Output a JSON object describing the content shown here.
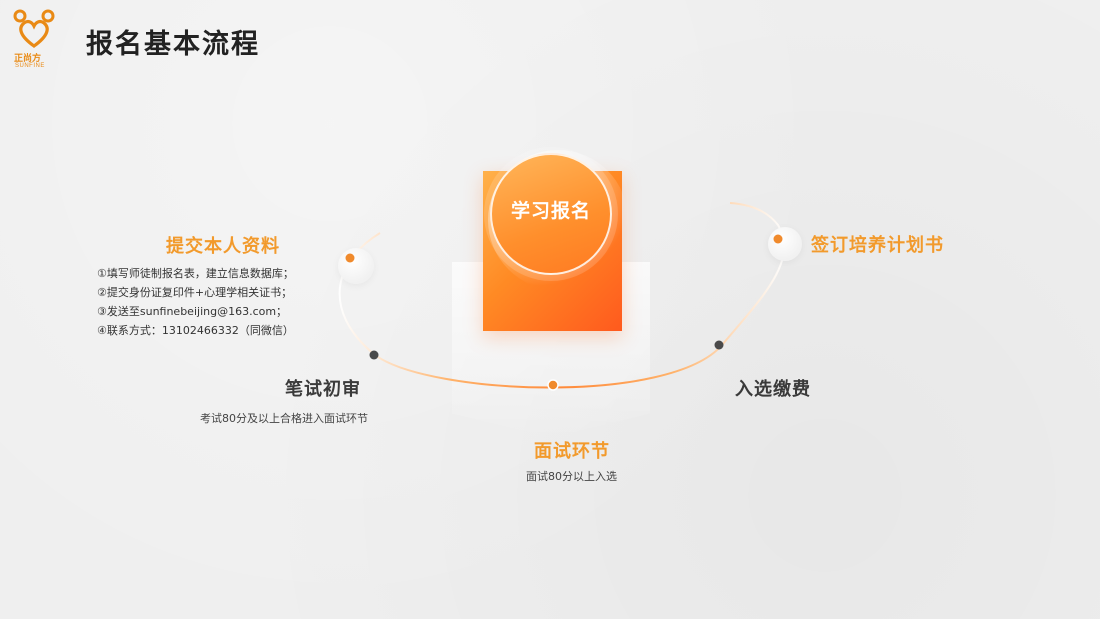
{
  "logo": {
    "name_cn": "正尚方",
    "name_en": "SUNFINE",
    "color": "#e98a15"
  },
  "page": {
    "title": "报名基本流程"
  },
  "center": {
    "label": "学习报名"
  },
  "steps": {
    "submit": {
      "title": "提交本人资料",
      "items": [
        "①填写师徒制报名表，建立信息数据库；",
        "②提交身份证复印件+心理学相关证书；",
        "③发送至sunfinebeijing@163.com；",
        "④联系方式：13102466332（同微信）"
      ]
    },
    "written": {
      "title": "笔试初审",
      "desc": "考试80分及以上合格进入面试环节"
    },
    "interview": {
      "title": "面试环节",
      "desc": "面试80分以上入选"
    },
    "payment": {
      "title": "入选缴费"
    },
    "contract": {
      "title": "签订培养计划书"
    }
  },
  "colors": {
    "accent_orange": "#f29a2c",
    "center_gradient_start": "#ffb14a",
    "center_gradient_end": "#ff5a1e",
    "dot_dark": "#4a4a4a",
    "background": "#efefef"
  }
}
